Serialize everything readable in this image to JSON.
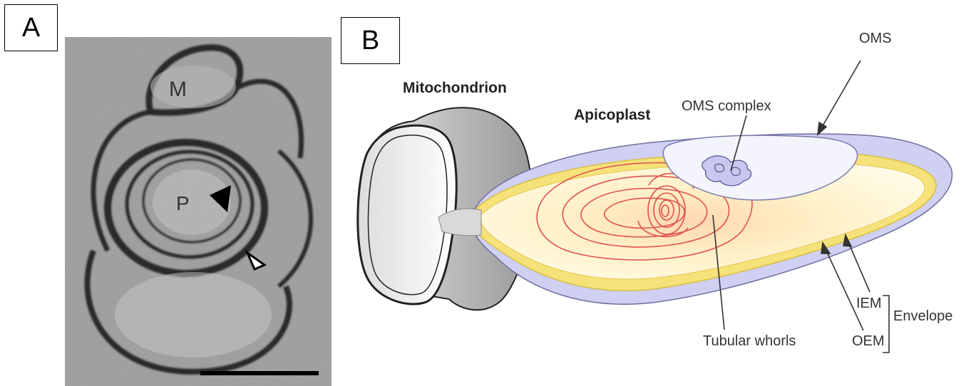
{
  "panel_a": {
    "label": "A",
    "micrograph_labels": {
      "mitochondrion": "M",
      "plastid": "P"
    }
  },
  "panel_b": {
    "label": "B",
    "labels": {
      "mitochondrion": "Mitochondrion",
      "apicoplast": "Apicoplast",
      "oms": "OMS",
      "oms_complex": "OMS complex",
      "tubular_whorls": "Tubular whorls",
      "iem": "IEM",
      "oem": "OEM",
      "envelope": "Envelope"
    }
  },
  "colors": {
    "oms_fill": "#cfcff0",
    "envelope_yellow": "#f6e27a",
    "inner_glow": "#fff7c8",
    "whorl_red": "#e05050"
  }
}
